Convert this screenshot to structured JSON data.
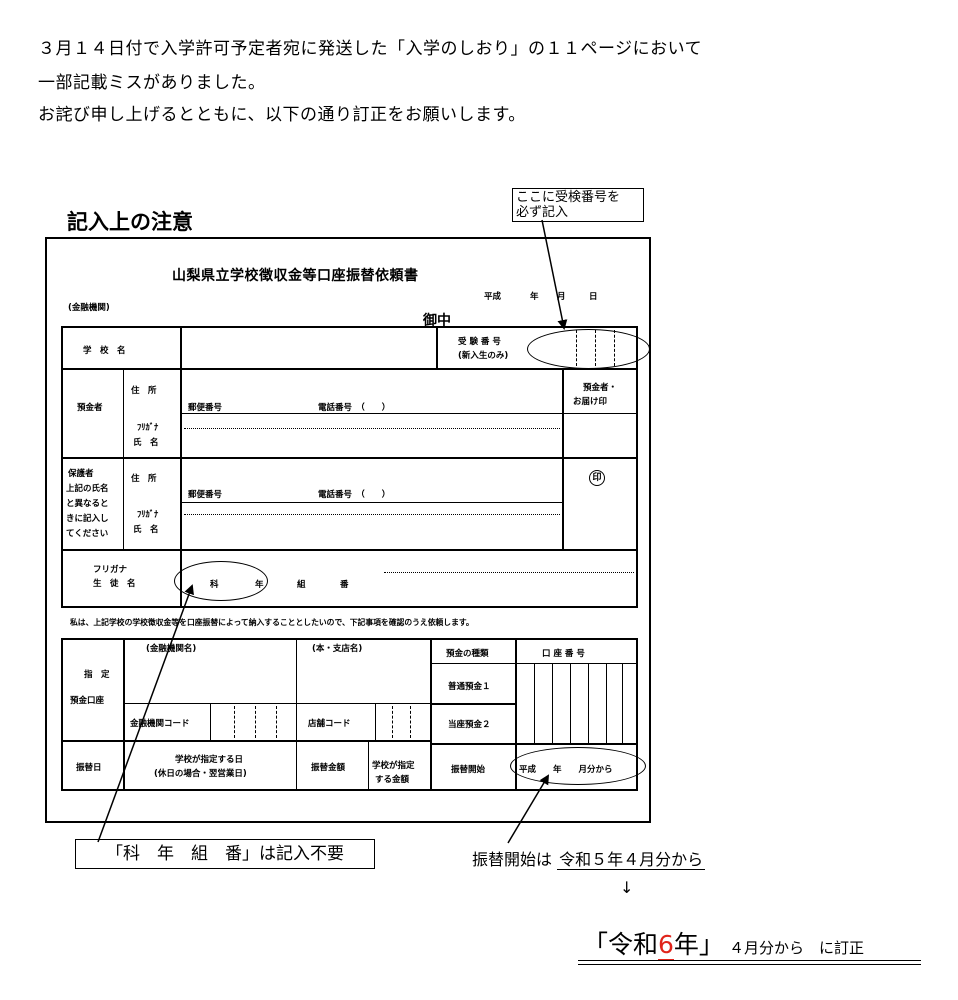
{
  "intro": {
    "line1": "３月１４日付で入学許可予定者宛に発送した「入学のしおり」の１１ページにおいて",
    "line2": "一部記載ミスがありました。",
    "line3": "お詫び申し上げるとともに、以下の通り訂正をお願いします。"
  },
  "section_title": "記入上の注意",
  "callout": {
    "line1": "ここに受検番号を",
    "line2": "必ず記入"
  },
  "form": {
    "title": "山梨県立学校徴収金等口座振替依頼書",
    "date": {
      "era": "平成",
      "year": "年",
      "month": "月",
      "day": "日"
    },
    "bank_label": "(金融機関)",
    "onchu": "御中",
    "school_name": "学　校　名",
    "exam_no_1": "受 験 番 号",
    "exam_no_2": "(新入生のみ)",
    "depositor": "預金者",
    "address": "住　所",
    "postal": "郵便番号",
    "phone": "電話番号　（　　）",
    "furigana": "ﾌﾘｶﾞﾅ",
    "name": "氏　名",
    "seal_head_1": "預金者・",
    "seal_head_2": "お届け印",
    "seal": "印",
    "guardian": [
      "保護者",
      "上記の氏名",
      "と異なると",
      "きに記入し",
      "てください"
    ],
    "student_furigana": "フリガナ",
    "student_name": "生　徒　名",
    "class_field": {
      "ka": "科",
      "nen": "年",
      "kumi": "組",
      "ban": "番"
    },
    "request_text": "私は、上記学校の学校徴収金等を口座振替によって納入することとしたいので、下記事項を確認のうえ依頼します。",
    "designated_1": "指　定",
    "designated_2": "預金口座",
    "bank_name": "(金融機関名)",
    "branch_name": "(本・支店名)",
    "deposit_type": "預金の種類",
    "account_no": "口 座 番 号",
    "ordinary": "普通預金１",
    "current": "当座預金２",
    "bank_code": "金融機関コード",
    "branch_code": "店舗コード",
    "transfer_day": "振替日",
    "school_day_1": "学校が指定する日",
    "school_day_2": "(休日の場合・翌営業日)",
    "transfer_amount": "振替金額",
    "school_amount_1": "学校が指定",
    "school_amount_2": "する金額",
    "transfer_start": "振替開始",
    "start_value": "平成　　年　　月分から"
  },
  "note_class": "「科　年　組　番」は記入不要",
  "note_start": {
    "prefix": "振替開始は",
    "value": "令和５年４月分から"
  },
  "arrow": "↓",
  "correction": {
    "open": "「令和",
    "num": "6",
    "close": "年」",
    "rest": "４月分から　に訂正"
  }
}
